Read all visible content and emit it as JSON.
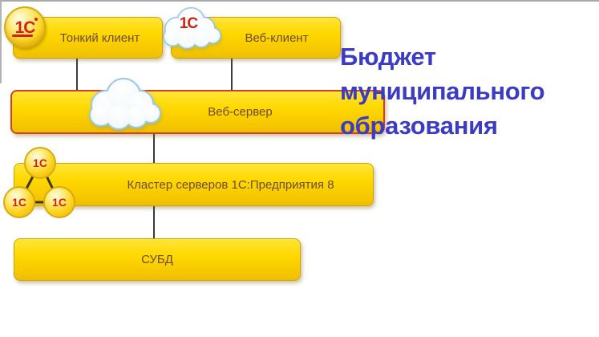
{
  "title": {
    "text": "Бюджет муниципального образования",
    "lines": [
      "Бюджет",
      "муниципального",
      "образования"
    ],
    "color": "#3b3bc4"
  },
  "logo": {
    "text": "1С",
    "color": "#d41f12"
  },
  "diagram": {
    "nodes": [
      {
        "id": "thin-client",
        "label": "Тонкий клиент"
      },
      {
        "id": "web-client",
        "label": "Веб-клиент"
      },
      {
        "id": "web-server",
        "label": "Веб-сервер"
      },
      {
        "id": "server-cluster",
        "label": "Кластер серверов 1С:Предприятия 8"
      },
      {
        "id": "dbms",
        "label": "СУБД"
      }
    ],
    "edges": [
      {
        "from": "thin-client",
        "to": "web-server"
      },
      {
        "from": "web-client",
        "to": "web-server"
      },
      {
        "from": "web-server",
        "to": "server-cluster"
      },
      {
        "from": "server-cluster",
        "to": "dbms"
      }
    ],
    "colors": {
      "node_fill_top": "#ffe53a",
      "node_fill_bottom": "#efbf00",
      "node_text": "#6d4b33",
      "web_server_border": "#d2421e",
      "connector": "#3c3c3c"
    }
  }
}
